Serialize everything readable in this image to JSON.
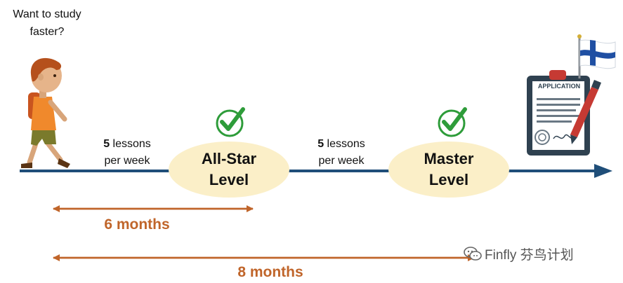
{
  "question": {
    "line1": "Want to study",
    "line2": "faster?"
  },
  "segments": [
    {
      "count": "5",
      "unit": "lessons",
      "line2": "per week"
    },
    {
      "count": "5",
      "unit": "lessons",
      "line2": "per week"
    }
  ],
  "levels": [
    {
      "line1": "All-Star",
      "line2": "Level"
    },
    {
      "line1": "Master",
      "line2": "Level"
    }
  ],
  "durations": [
    "6 months",
    "8 months"
  ],
  "document": {
    "title": "APPLICATION"
  },
  "watermark": "Finfly 芬鸟计划",
  "colors": {
    "timeline": "#1f4e79",
    "level_bubble": "#fbefc8",
    "duration": "#c0652a",
    "check": "#2e9c3a"
  },
  "icons": [
    "walking-boy-icon",
    "checkmark-icon",
    "application-document-icon",
    "pen-icon",
    "finland-flag-icon",
    "wechat-icon"
  ]
}
